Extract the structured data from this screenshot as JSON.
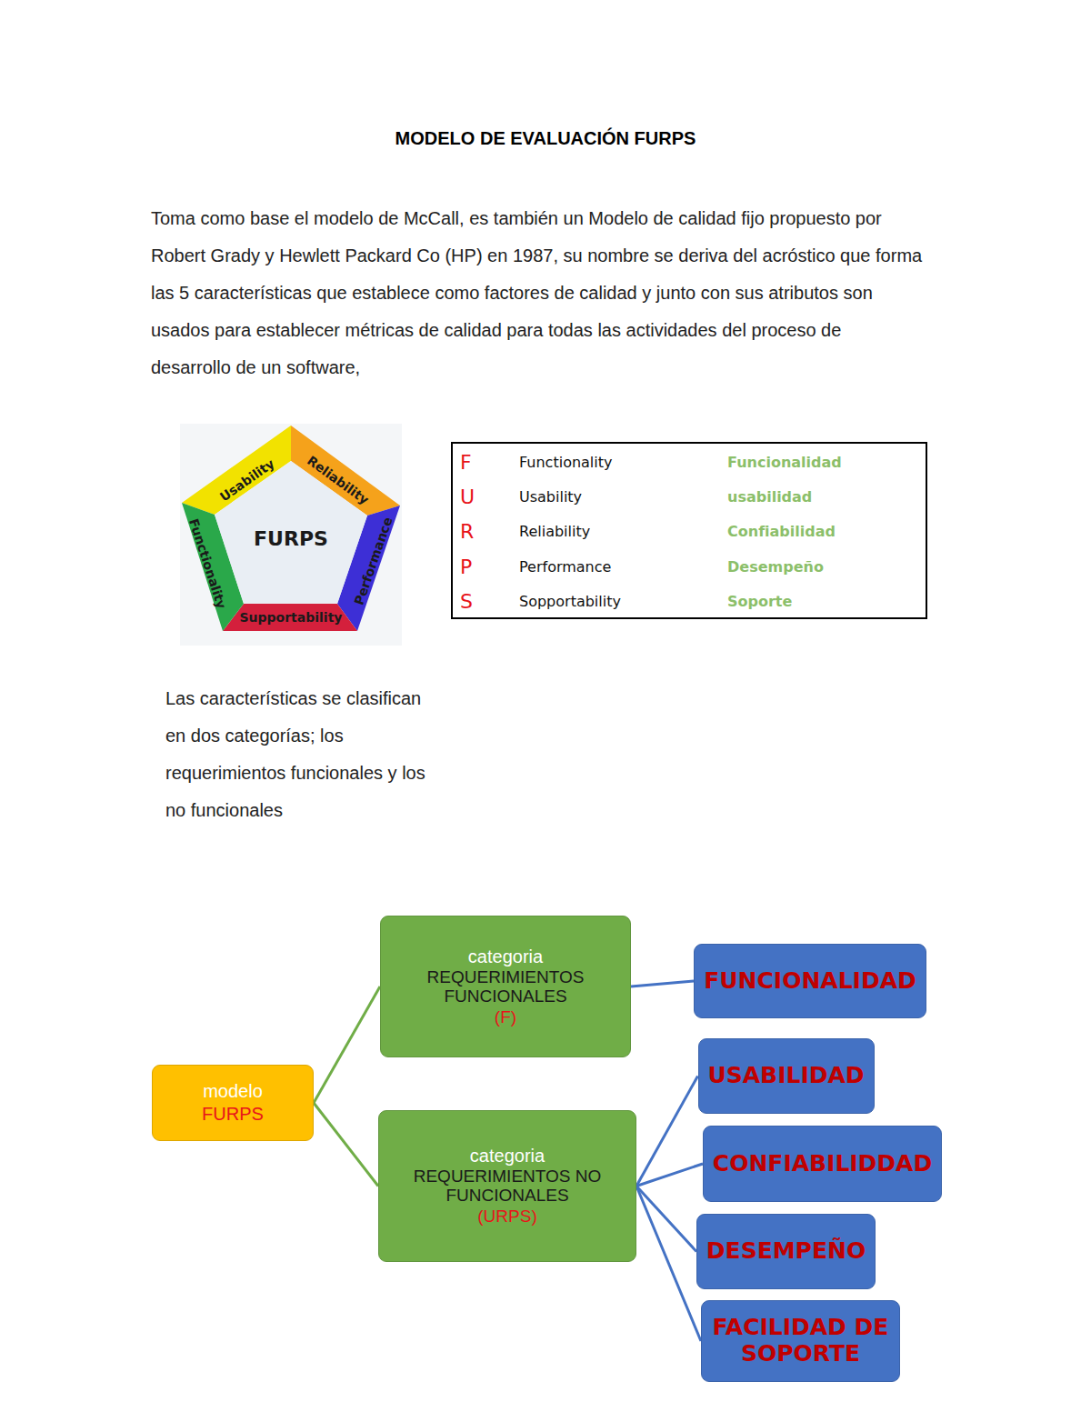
{
  "diagram": {
    "title": "MODELO DE EVALUACIÓN FURPS",
    "nodes": [
      {
        "text": [
          "modelo",
          "FURPS"
        ]
      },
      {
        "text": [
          "categoria",
          "REQUERIMIENTOS FUNCIONALES",
          "(F)"
        ]
      },
      {
        "text": [
          "FUNCIONALIDAD"
        ]
      },
      {
        "text": [
          "categoria",
          "REQUERIMIENTOS NO FUNCIONALES",
          "(URPS)"
        ]
      },
      {
        "text": [
          "USABILIDAD"
        ]
      },
      {
        "text": [
          "CONFIABILIDDAD"
        ]
      },
      {
        "text": [
          "DESEMPEÑO"
        ]
      },
      {
        "text": [
          "FACILIDAD DE SOPORTE"
        ]
      }
    ],
    "edges": [
      {
        "from": 0,
        "to": 1,
        "arrow": "none"
      },
      {
        "from": 0,
        "to": 3,
        "arrow": "none"
      },
      {
        "from": 1,
        "to": 2,
        "arrow": "none"
      },
      {
        "from": 3,
        "to": 4,
        "arrow": "none"
      },
      {
        "from": 3,
        "to": 5,
        "arrow": "none"
      },
      {
        "from": 3,
        "to": 6,
        "arrow": "none"
      },
      {
        "from": 3,
        "to": 7,
        "arrow": "none"
      }
    ],
    "labels": [
      "Toma como base el modelo de McCall, es también un Modelo de calidad fijo propuesto por Robert Grady y Hewlett Packard Co (HP) en 1987, su nombre se deriva del acróstico que forma las 5 características que establece como factores de calidad y junto con sus atributos son usados para establecer métricas de calidad para todas las actividades del proceso de desarrollo de un software,",
      "Usability",
      "Reliability",
      "Functionality",
      "FURPS",
      "Performance",
      "Supportability",
      "F",
      "Functionality",
      "Funcionalidad",
      "U",
      "Usability",
      "usabilidad",
      "R",
      "Reliability",
      "Confiabilidad",
      "P",
      "Performance",
      "Desempeño",
      "S",
      "Sopportability",
      "Soporte",
      "Las características se clasifican en dos categorías; los requerimientos funcionales y los no funcionales"
    ]
  }
}
